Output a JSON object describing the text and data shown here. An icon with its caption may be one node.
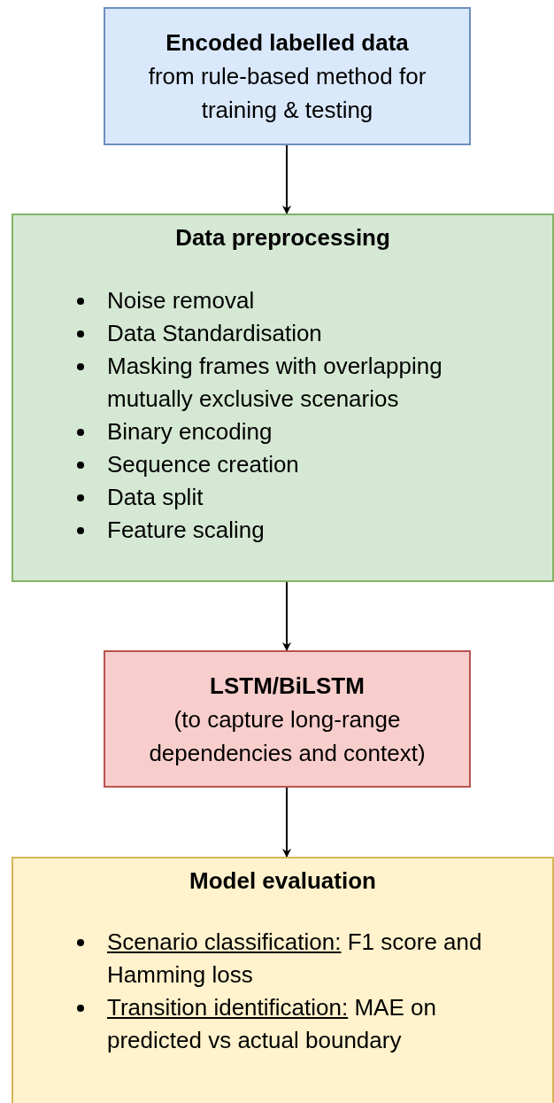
{
  "diagram": {
    "nodes": [
      {
        "text": [
          "Encoded labelled data",
          "from rule-based method for training & testing"
        ]
      },
      {
        "text": [
          "Data preprocessing",
          "Noise removal",
          "Data Standardisation",
          "Masking frames with overlapping mutually exclusive scenarios",
          "Binary encoding",
          "Sequence creation",
          "Data split",
          "Feature scaling"
        ]
      },
      {
        "text": [
          "LSTM/BiLSTM",
          "(to capture long-range dependencies and context)"
        ]
      },
      {
        "text": [
          "Model evaluation",
          "Scenario classification: F1 score and Hamming loss",
          "Transition identification: MAE on predicted vs actual boundary"
        ]
      }
    ],
    "edges": [
      {
        "from": 0,
        "to": 1,
        "arrow": "to"
      },
      {
        "from": 1,
        "to": 2,
        "arrow": "to"
      },
      {
        "from": 2,
        "to": 3,
        "arrow": "to"
      }
    ]
  }
}
